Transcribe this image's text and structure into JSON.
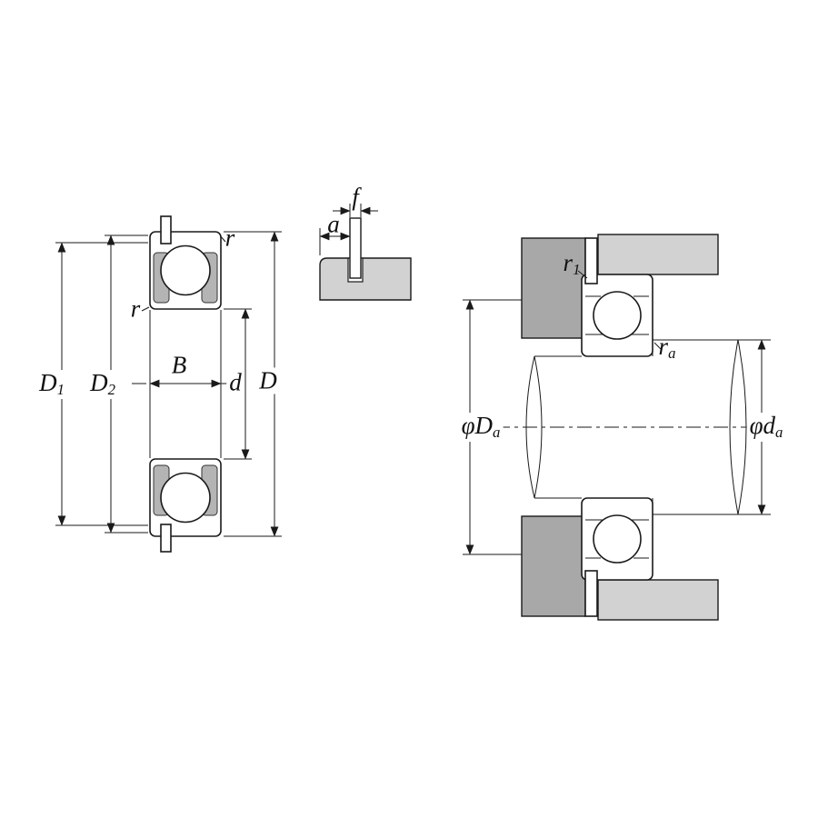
{
  "colors": {
    "line": "#1a1a1a",
    "seal_gray": "#b4b4b4",
    "housing_light": "#d2d2d2",
    "housing_dark": "#a8a8a8",
    "background": "#ffffff"
  },
  "left_view": {
    "labels": {
      "D1": {
        "main": "D",
        "sub": "1"
      },
      "D2": {
        "main": "D",
        "sub": "2"
      },
      "B": {
        "main": "B",
        "sub": ""
      },
      "d": {
        "main": "d",
        "sub": ""
      },
      "D": {
        "main": "D",
        "sub": ""
      },
      "r_outer": {
        "main": "r",
        "sub": ""
      },
      "r_inner": {
        "main": "r",
        "sub": ""
      }
    }
  },
  "detail_view": {
    "labels": {
      "f": {
        "main": "f",
        "sub": ""
      },
      "a": {
        "main": "a",
        "sub": ""
      }
    }
  },
  "right_view": {
    "labels": {
      "r1": {
        "main": "r",
        "sub": "1"
      },
      "ra": {
        "main": "r",
        "sub": "a"
      },
      "phi_Da": {
        "prefix": "φ",
        "main": "D",
        "sub": "a"
      },
      "phi_da": {
        "prefix": "φ",
        "main": "d",
        "sub": "a"
      }
    }
  }
}
